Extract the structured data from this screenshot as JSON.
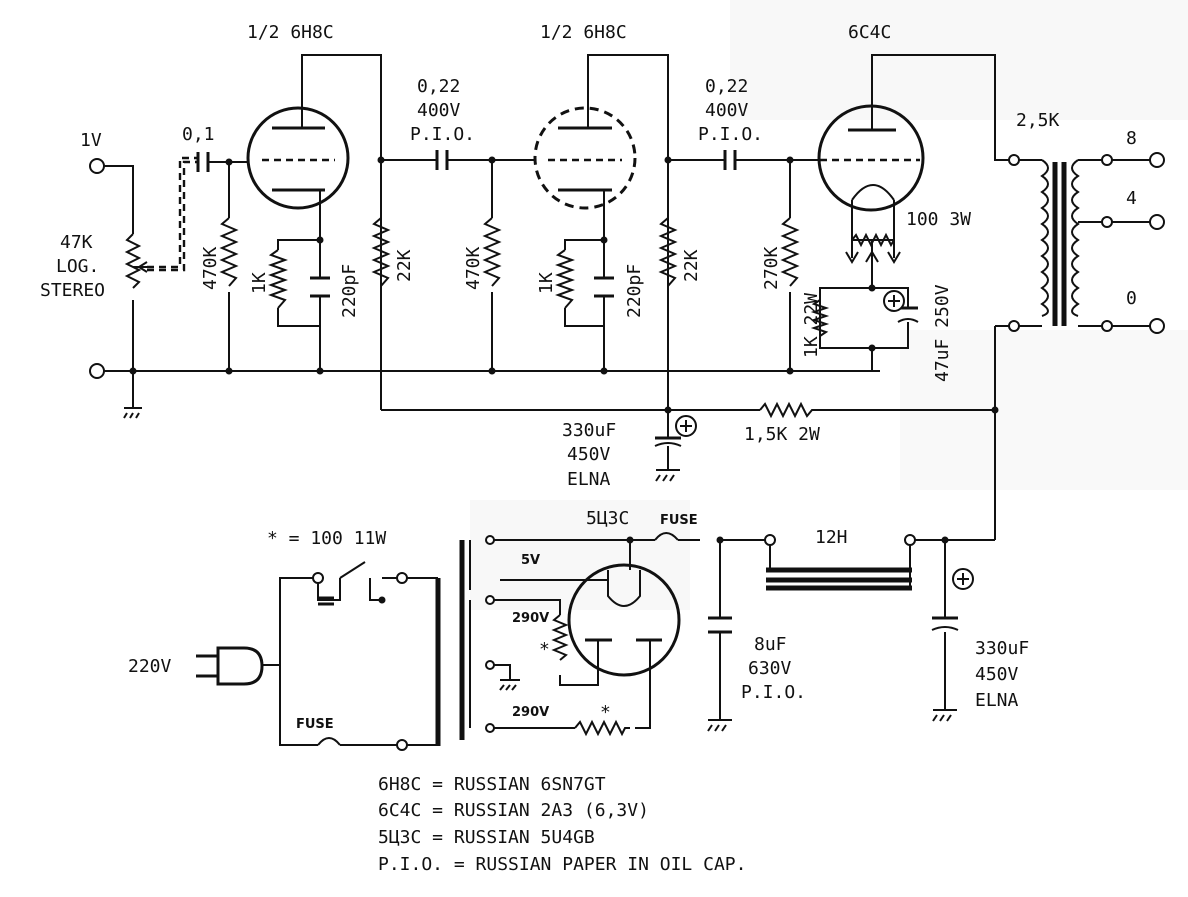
{
  "tubes": {
    "v1": "1/2 6H8C",
    "v2": "1/2 6H8C",
    "v3": "6C4C",
    "rect": "5Ц3C"
  },
  "input": {
    "level": "1V",
    "cap": "0,1",
    "pot": [
      "47K",
      "LOG.",
      "STEREO"
    ]
  },
  "stage1": {
    "grid_r": "470K",
    "cathode_r": "1K",
    "cathode_c": "220pF",
    "plate_r": "22K"
  },
  "coupling1": [
    "0,22",
    "400V",
    "P.I.O."
  ],
  "stage2": {
    "grid_r": "470K",
    "cathode_r": "1K",
    "cathode_c": "220pF",
    "plate_r": "22K"
  },
  "coupling2": [
    "0,22",
    "400V",
    "P.I.O."
  ],
  "stage3": {
    "grid_r": "270K",
    "hum_pot": "100 3W",
    "cathode_r": "1K 22W",
    "cathode_c": "47uF 250V"
  },
  "output": {
    "impedance": "2,5K",
    "taps": [
      "8",
      "4",
      "0"
    ]
  },
  "supply": {
    "filter_cap1": [
      "330uF",
      "450V",
      "ELNA"
    ],
    "dropper": "1,5K 2W",
    "filter_cap2": [
      "330uF",
      "450V",
      "ELNA"
    ],
    "choke": "12H",
    "fuse_label": "FUSE",
    "fuse_label2": "FUSE",
    "reservoir_cap": [
      "8uF",
      "630V",
      "P.I.O."
    ],
    "star_note": "* = 100 11W",
    "mains": "220V",
    "heater": "5V",
    "hv1": "290V",
    "hv2": "290V",
    "star": "*",
    "star2": "*"
  },
  "notes": [
    "6H8C = RUSSIAN 6SN7GT",
    "6C4C = RUSSIAN 2A3 (6,3V)",
    "5Ц3C = RUSSIAN 5U4GB",
    "P.I.O. = RUSSIAN PAPER IN OIL CAP."
  ]
}
